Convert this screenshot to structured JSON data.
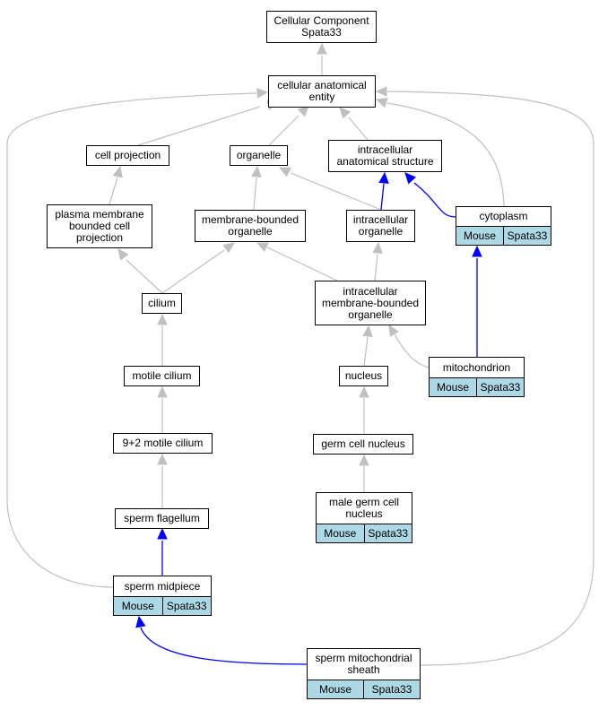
{
  "nodes": {
    "root": {
      "label": "Cellular Component\nSpata33"
    },
    "cae": {
      "label": "cellular anatomical\nentity"
    },
    "cell_projection": {
      "label": "cell projection"
    },
    "organelle": {
      "label": "organelle"
    },
    "ias": {
      "label": "intracellular\nanatomical structure"
    },
    "pmbcp": {
      "label": "plasma membrane\nbounded cell\nprojection"
    },
    "mbo": {
      "label": "membrane-bounded\norganelle"
    },
    "io": {
      "label": "intracellular\norganelle"
    },
    "cytoplasm": {
      "label": "cytoplasm",
      "tags": [
        "Mouse",
        "Spata33"
      ]
    },
    "cilium": {
      "label": "cilium"
    },
    "imbo": {
      "label": "intracellular\nmembrane-bounded\norganelle"
    },
    "motile_cilium": {
      "label": "motile cilium"
    },
    "nucleus": {
      "label": "nucleus"
    },
    "mitochondrion": {
      "label": "mitochondrion",
      "tags": [
        "Mouse",
        "Spata33"
      ]
    },
    "nine_two": {
      "label": "9+2 motile cilium"
    },
    "germ_nucleus": {
      "label": "germ cell nucleus"
    },
    "male_germ": {
      "label": "male germ cell\nnucleus",
      "tags": [
        "Mouse",
        "Spata33"
      ]
    },
    "sperm_flagellum": {
      "label": "sperm flagellum"
    },
    "sperm_midpiece": {
      "label": "sperm midpiece",
      "tags": [
        "Mouse",
        "Spata33"
      ]
    },
    "sms": {
      "label": "sperm mitochondrial\nsheath",
      "tags": [
        "Mouse",
        "Spata33"
      ]
    }
  },
  "edges": [
    {
      "from": "cae",
      "to": "root",
      "kind": "is_a"
    },
    {
      "from": "cell_projection",
      "to": "cae",
      "kind": "is_a"
    },
    {
      "from": "organelle",
      "to": "cae",
      "kind": "is_a"
    },
    {
      "from": "ias",
      "to": "cae",
      "kind": "is_a"
    },
    {
      "from": "cytoplasm",
      "to": "cae",
      "kind": "is_a"
    },
    {
      "from": "sperm_midpiece",
      "to": "cae",
      "kind": "is_a"
    },
    {
      "from": "sms",
      "to": "cae",
      "kind": "is_a"
    },
    {
      "from": "pmbcp",
      "to": "cell_projection",
      "kind": "is_a"
    },
    {
      "from": "mbo",
      "to": "organelle",
      "kind": "is_a"
    },
    {
      "from": "io",
      "to": "organelle",
      "kind": "is_a"
    },
    {
      "from": "io",
      "to": "ias",
      "kind": "part_of"
    },
    {
      "from": "cytoplasm",
      "to": "ias",
      "kind": "part_of"
    },
    {
      "from": "cilium",
      "to": "pmbcp",
      "kind": "is_a"
    },
    {
      "from": "cilium",
      "to": "mbo",
      "kind": "is_a"
    },
    {
      "from": "imbo",
      "to": "mbo",
      "kind": "is_a"
    },
    {
      "from": "imbo",
      "to": "io",
      "kind": "is_a"
    },
    {
      "from": "motile_cilium",
      "to": "cilium",
      "kind": "is_a"
    },
    {
      "from": "nucleus",
      "to": "imbo",
      "kind": "is_a"
    },
    {
      "from": "mitochondrion",
      "to": "imbo",
      "kind": "is_a"
    },
    {
      "from": "mitochondrion",
      "to": "cytoplasm",
      "kind": "part_of"
    },
    {
      "from": "nine_two",
      "to": "motile_cilium",
      "kind": "is_a"
    },
    {
      "from": "germ_nucleus",
      "to": "nucleus",
      "kind": "is_a"
    },
    {
      "from": "male_germ",
      "to": "germ_nucleus",
      "kind": "is_a"
    },
    {
      "from": "sperm_flagellum",
      "to": "nine_two",
      "kind": "is_a"
    },
    {
      "from": "sperm_midpiece",
      "to": "sperm_flagellum",
      "kind": "part_of"
    },
    {
      "from": "sms",
      "to": "sperm_midpiece",
      "kind": "part_of"
    }
  ],
  "edge_colors": {
    "is_a": "#c0c0c0",
    "part_of": "#0000ff"
  }
}
